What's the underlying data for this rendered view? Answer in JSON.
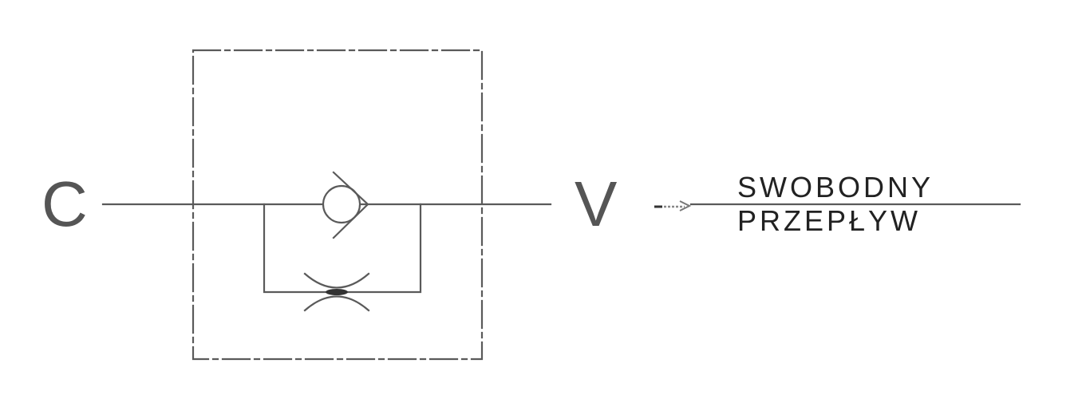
{
  "ports": {
    "inlet": "C",
    "outlet": "V"
  },
  "legend": {
    "line1": "SWOBODNY",
    "line2": "PRZEPŁYW"
  }
}
